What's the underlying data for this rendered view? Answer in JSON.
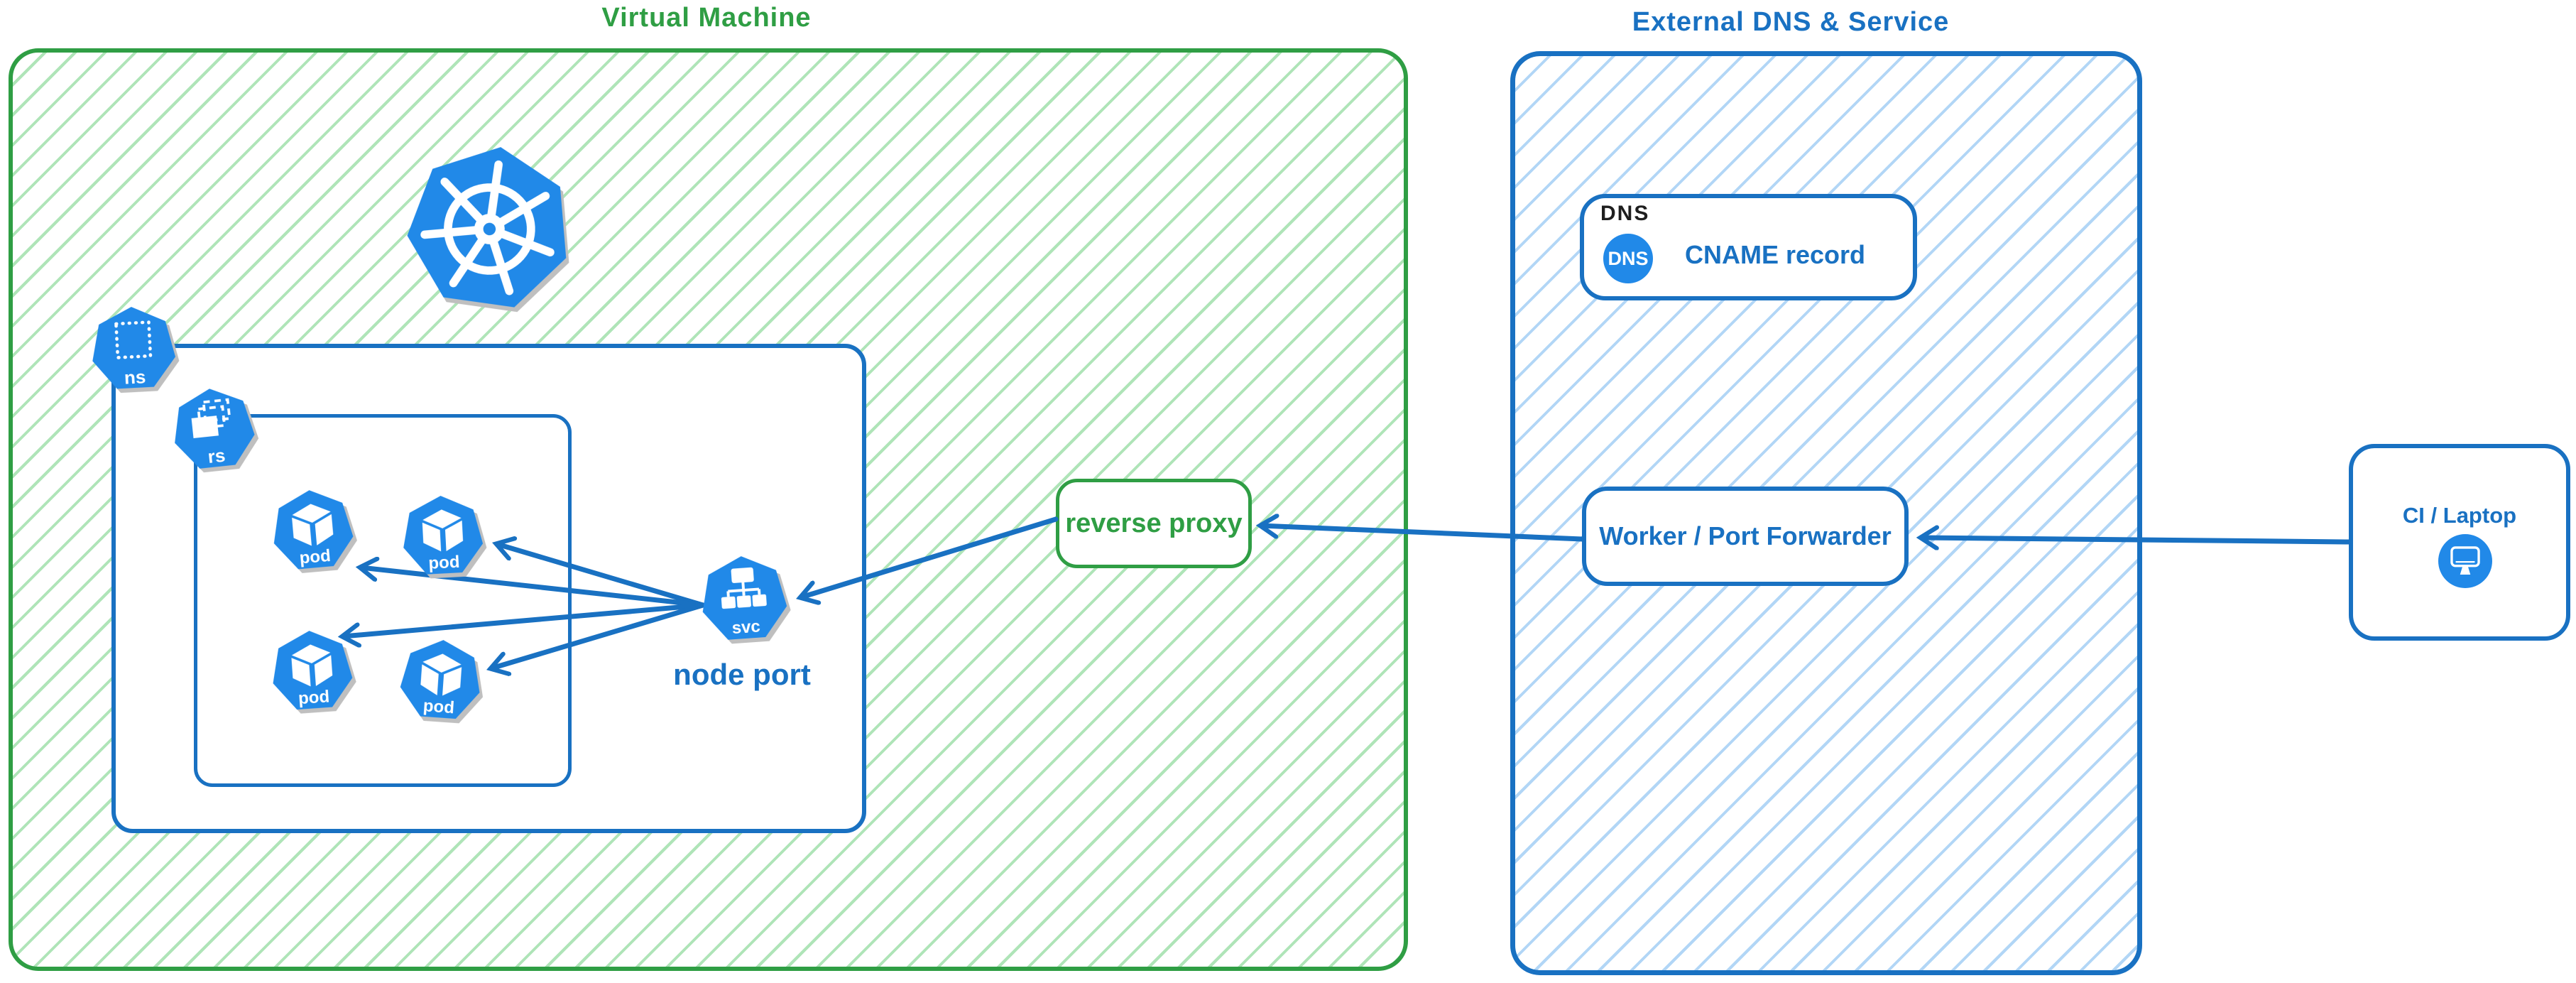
{
  "vm": {
    "title": "Virtual Machine"
  },
  "external": {
    "title": "External DNS & Service"
  },
  "labels": {
    "namespace": "ns",
    "replicaset": "rs",
    "pod": "pod",
    "service": "svc",
    "node_port": "node port",
    "reverse_proxy": "reverse proxy",
    "dns_tag": "DNS",
    "dns_badge": "DNS",
    "cname_record": "CNAME record",
    "worker": "Worker / Port Forwarder",
    "ci_laptop": "CI / Laptop"
  },
  "icons": {
    "kubernetes": "kubernetes-wheel",
    "namespace": "heptagon-dotted-square",
    "replicaset": "heptagon-stacked-rects",
    "pod": "heptagon-cube",
    "service": "heptagon-tree",
    "dns": "dns-circle-badge",
    "laptop": "monitor-circle-badge"
  },
  "colors": {
    "green_stroke": "#2f9e44",
    "green_hatch": "#8ce99a",
    "blue_stroke": "#1971c2",
    "blue_hatch": "#74c0fc",
    "icon_blue": "#2189e8",
    "dns_tag_text": "#1e1e1e",
    "background": "#ffffff"
  }
}
